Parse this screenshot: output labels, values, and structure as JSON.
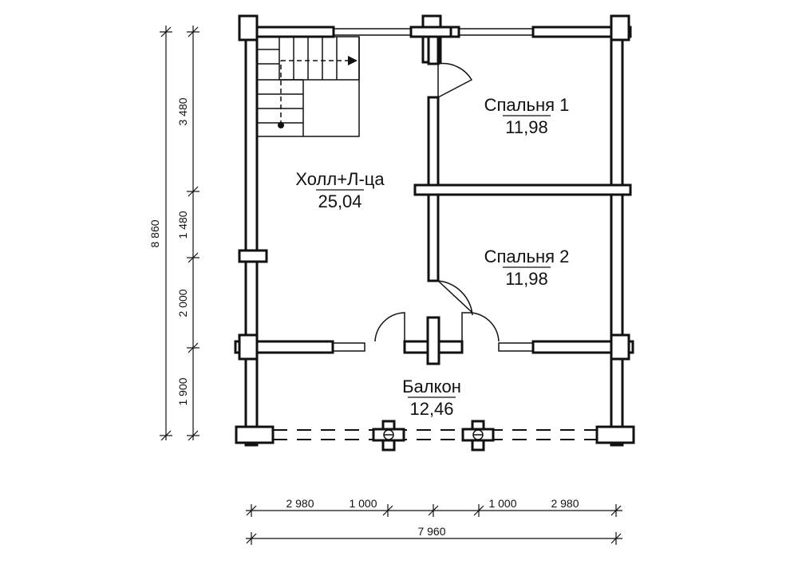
{
  "rooms": [
    {
      "name": "Холл+Л-ца",
      "area": "25,04"
    },
    {
      "name": "Спальня 1",
      "area": "11,98"
    },
    {
      "name": "Спальня 2",
      "area": "11,98"
    },
    {
      "name": "Балкон",
      "area": "12,46"
    }
  ],
  "dimensions": {
    "vertical": {
      "total": "8 860",
      "segments": [
        "3 480",
        "1 480",
        "2 000",
        "1 900"
      ]
    },
    "horizontal": {
      "segments": [
        "2 980",
        "1 000",
        "1 000",
        "2 980"
      ],
      "total": "7 960"
    }
  }
}
